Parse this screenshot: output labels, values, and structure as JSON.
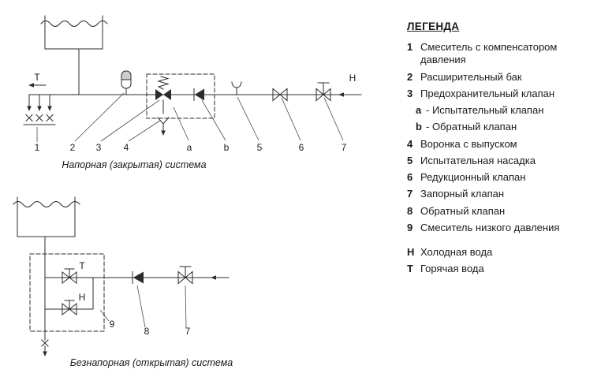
{
  "legend": {
    "title": "ЛЕГЕНДА",
    "items": [
      {
        "key": "1",
        "text": "Смеситель с компенсатором давления"
      },
      {
        "key": "2",
        "text": "Расширительный бак"
      },
      {
        "key": "3",
        "text": "Предохранительный клапан"
      },
      {
        "key": "a",
        "text": "- Испытательный клапан"
      },
      {
        "key": "b",
        "text": "- Обратный клапан"
      },
      {
        "key": "4",
        "text": "Воронка с выпуском"
      },
      {
        "key": "5",
        "text": "Испытательная насадка"
      },
      {
        "key": "6",
        "text": "Редукционный клапан"
      },
      {
        "key": "7",
        "text": "Запорный клапан"
      },
      {
        "key": "8",
        "text": "Обратный клапан"
      },
      {
        "key": "9",
        "text": "Смеситель низкого давления"
      }
    ],
    "water": [
      {
        "key": "H",
        "text": "Холодная вода"
      },
      {
        "key": "T",
        "text": "Горячая вода"
      }
    ]
  },
  "diagram_top": {
    "caption": "Напорная (закрытая) система",
    "labels": {
      "t": "T",
      "h": "H",
      "n1": "1",
      "n2": "2",
      "n3": "3",
      "n4": "4",
      "a": "a",
      "b": "b",
      "n5": "5",
      "n6": "6",
      "n7": "7"
    }
  },
  "diagram_bottom": {
    "caption": "Безнапорная (открытая) система",
    "labels": {
      "t": "T",
      "h": "H",
      "n9": "9",
      "n8": "8",
      "n7": "7"
    }
  },
  "colors": {
    "ink": "#2b2b2b",
    "background": "#ffffff"
  }
}
